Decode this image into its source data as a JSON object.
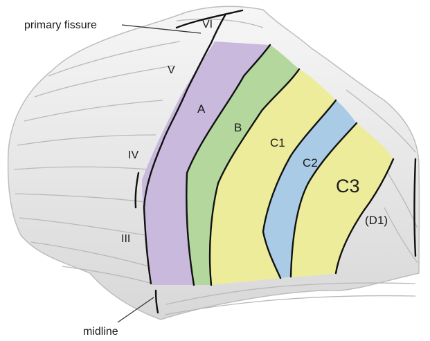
{
  "labels": {
    "primary_fissure": "primary fissure",
    "midline": "midline",
    "lobules": [
      "VI",
      "V",
      "IV",
      "III"
    ],
    "zones": [
      "A",
      "B",
      "C1",
      "C2",
      "C3",
      "(D1)"
    ]
  },
  "colors": {
    "zone_a": "#c9b9dd",
    "zone_b": "#b3d79c",
    "zone_c1": "#ecec9a",
    "zone_c2": "#a9cbe6",
    "zone_c3": "#ecec9a",
    "surface": "#e9e9e9",
    "outline": "#111111"
  }
}
